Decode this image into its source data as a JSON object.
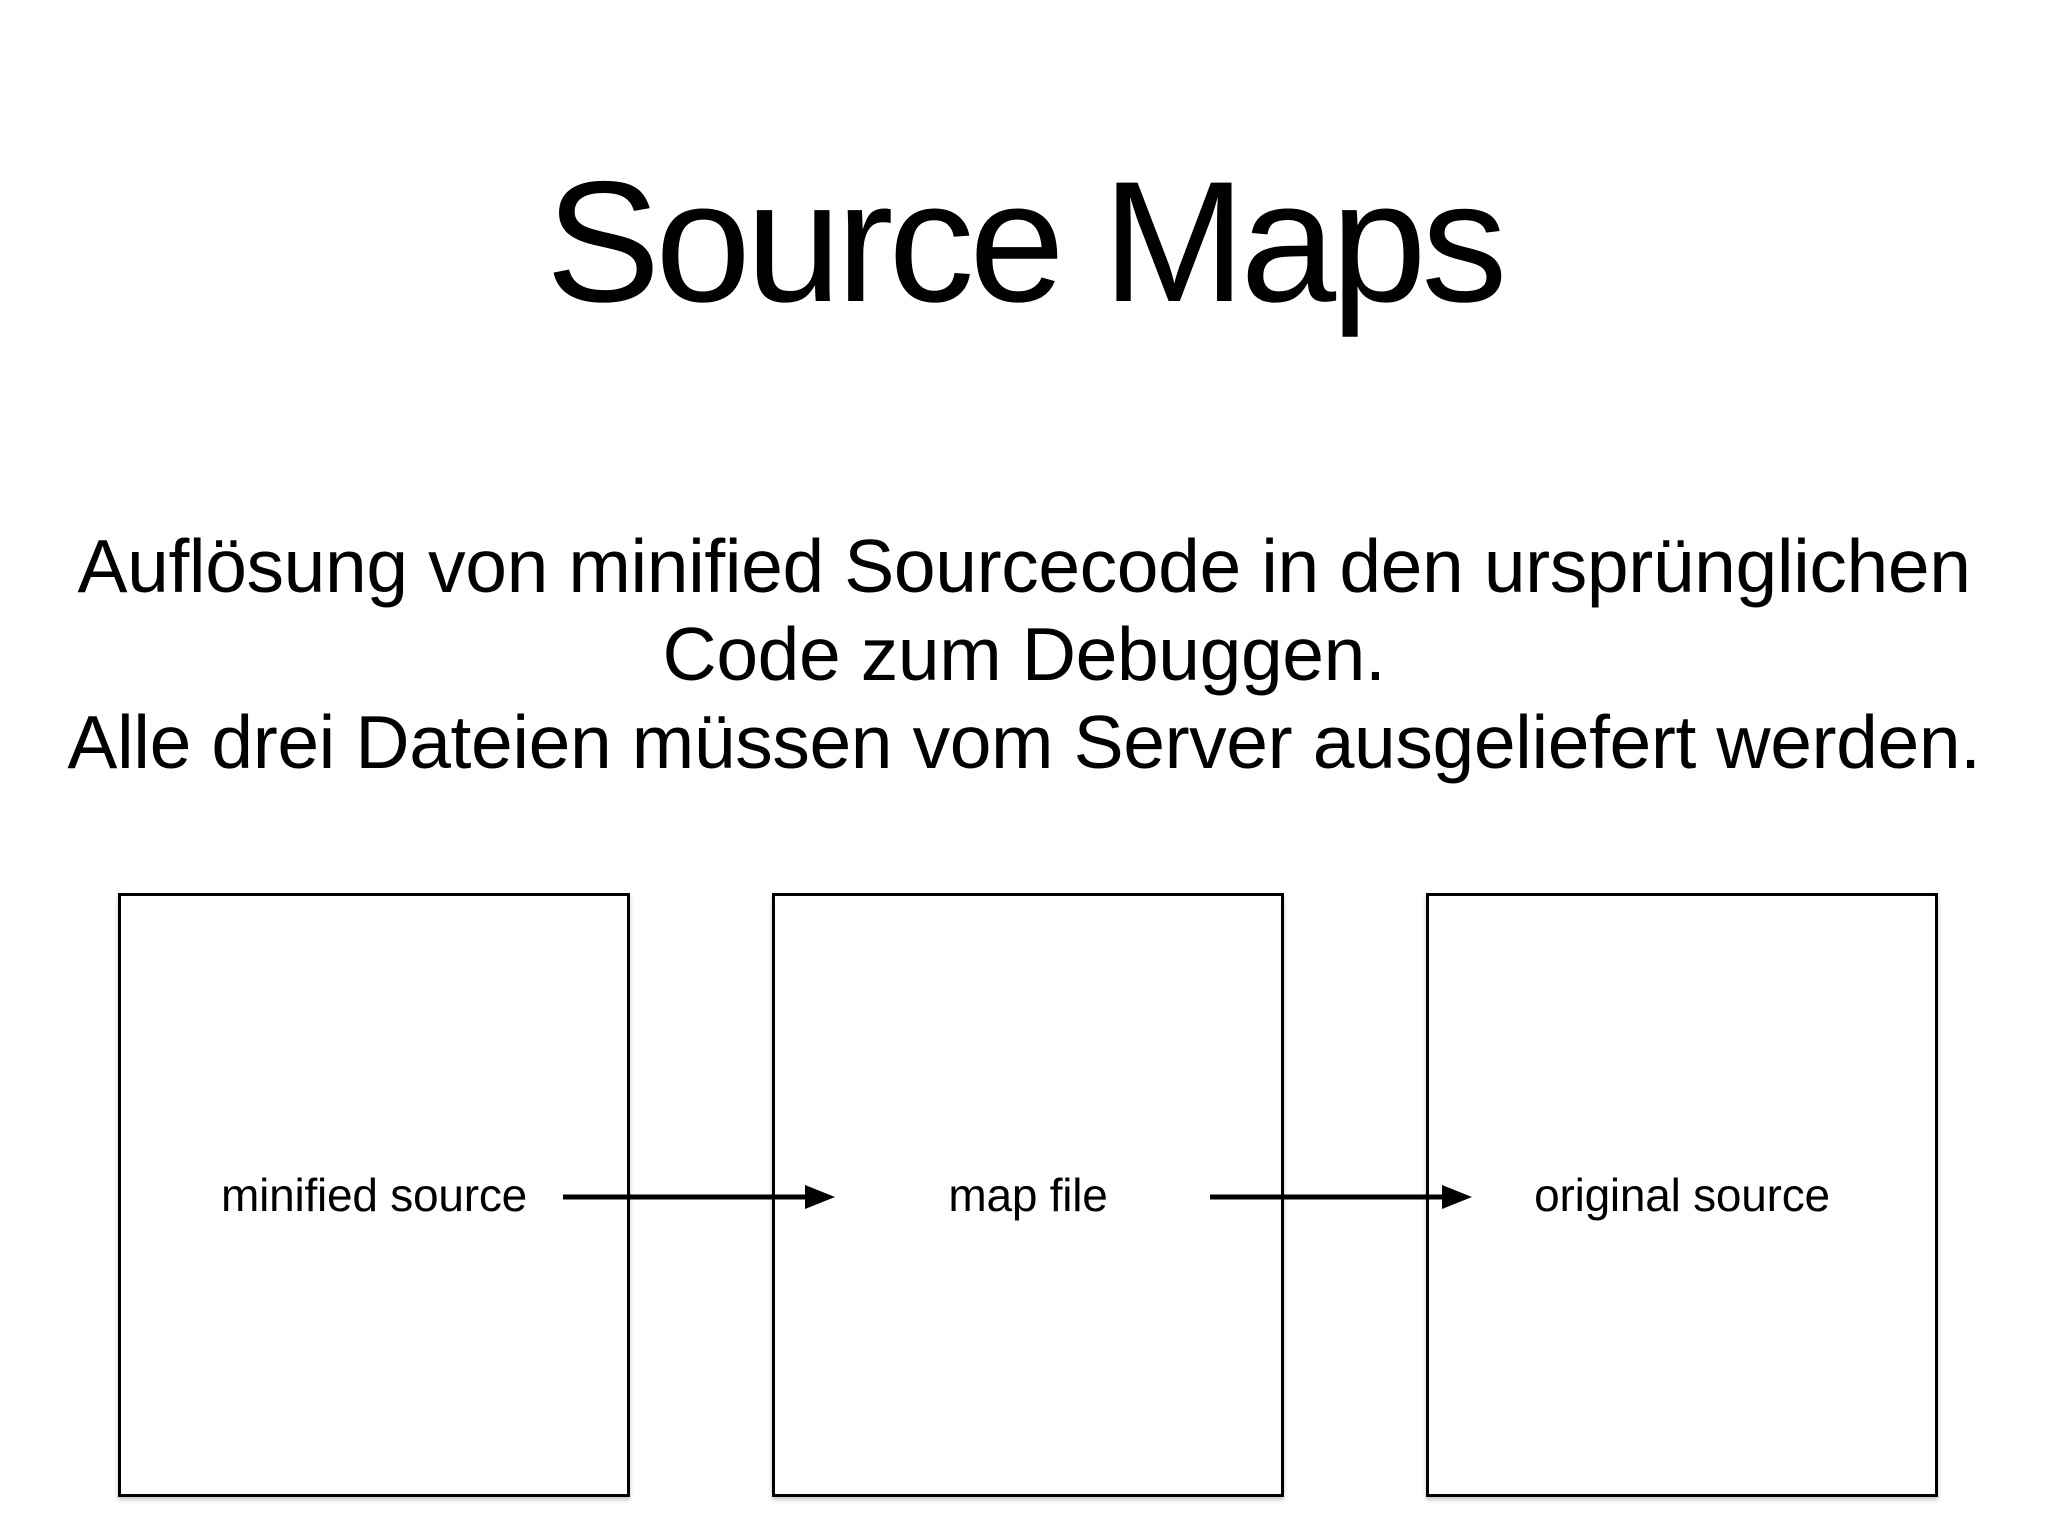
{
  "slide": {
    "title": "Source Maps",
    "description_lines": [
      "Auflösung von minified Sourcecode in den ursprünglichen",
      "Code zum Debuggen.",
      "Alle drei Dateien müssen vom Server ausgeliefert werden."
    ],
    "diagram": {
      "boxes": [
        {
          "label": "minified source"
        },
        {
          "label": "map file"
        },
        {
          "label": "original source"
        }
      ],
      "arrows": [
        {
          "from": "minified source",
          "to": "map file"
        },
        {
          "from": "map file",
          "to": "original source"
        }
      ]
    },
    "colors": {
      "background": "#ffffff",
      "text": "#000000",
      "box_border": "#000000",
      "arrow": "#000000"
    }
  }
}
